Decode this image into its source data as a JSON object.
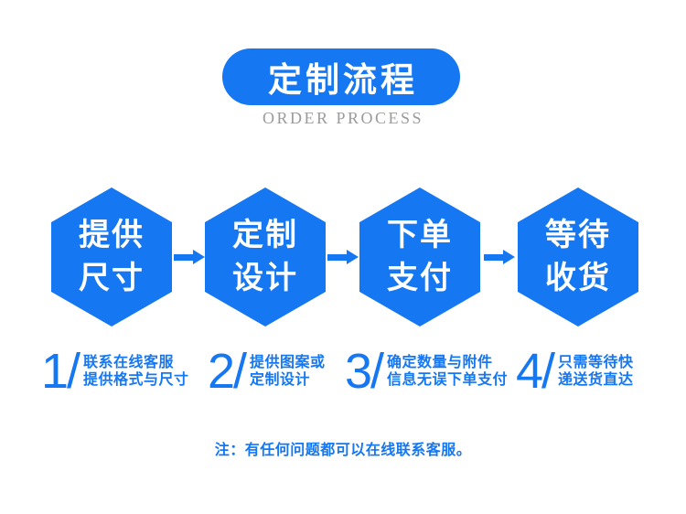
{
  "header": {
    "title": "定制流程",
    "subtitle": "ORDER PROCESS"
  },
  "steps": [
    {
      "hex_line1": "提供",
      "hex_line2": "尺寸",
      "number": "1/",
      "desc_line1": "联系在线客服",
      "desc_line2": "提供格式与尺寸"
    },
    {
      "hex_line1": "定制",
      "hex_line2": "设计",
      "number": "2/",
      "desc_line1": "提供图案或",
      "desc_line2": "定制设计"
    },
    {
      "hex_line1": "下单",
      "hex_line2": "支付",
      "number": "3/",
      "desc_line1": "确定数量与附件",
      "desc_line2": "信息无误下单支付"
    },
    {
      "hex_line1": "等待",
      "hex_line2": "收货",
      "number": "4/",
      "desc_line1": "只需等待快",
      "desc_line2": "递送货直达"
    }
  ],
  "note": "注：有任何问题都可以在线联系客服。",
  "icons": {
    "arrow-right-icon": "css right-pointing arrow (shaft + triangle head)"
  },
  "colors": {
    "primary": "#1577F2",
    "subtitle": "#9B9B9B",
    "background": "#FFFFFF",
    "text_on_primary": "#FFFFFF"
  }
}
